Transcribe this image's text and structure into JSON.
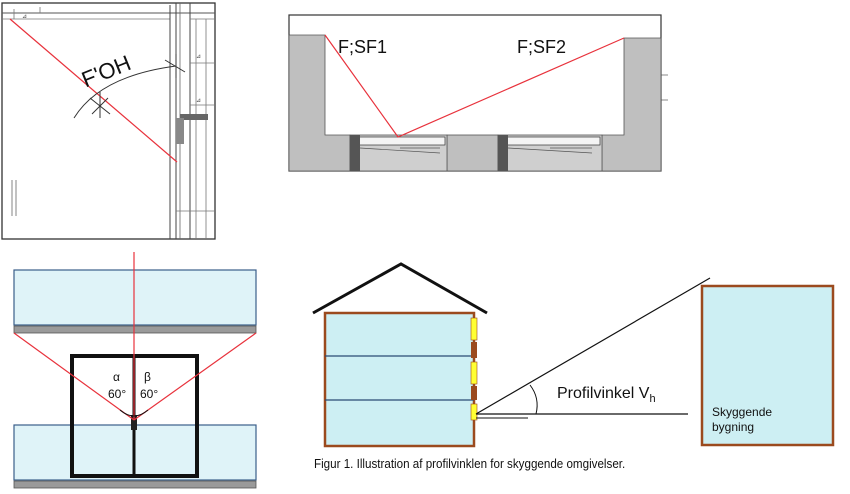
{
  "panel_plan": {
    "label": "F'OH"
  },
  "panel_section": {
    "label_left": "F;SF1",
    "label_right": "F;SF2"
  },
  "panel_window": {
    "alpha_symbol": "α",
    "alpha_value": "60°",
    "beta_symbol": "β",
    "beta_value": "60°"
  },
  "panel_profile": {
    "angle_label": "Profilvinkel V",
    "angle_subscript": "h",
    "building_label_line1": "Skyggende",
    "building_label_line2": "bygning",
    "caption": "Figur 1. Illustration af profilvinklen for skyggende omgivelser."
  },
  "colors": {
    "line_red": "#e8323c",
    "wall_gray": "#bfbfbf",
    "glass_fill": "#dff3f8",
    "glass_stroke": "#3a5f8a",
    "building_fill": "#cdeff3",
    "building_stroke": "#9b4a1e",
    "facade_yellow": "#ffff33"
  }
}
